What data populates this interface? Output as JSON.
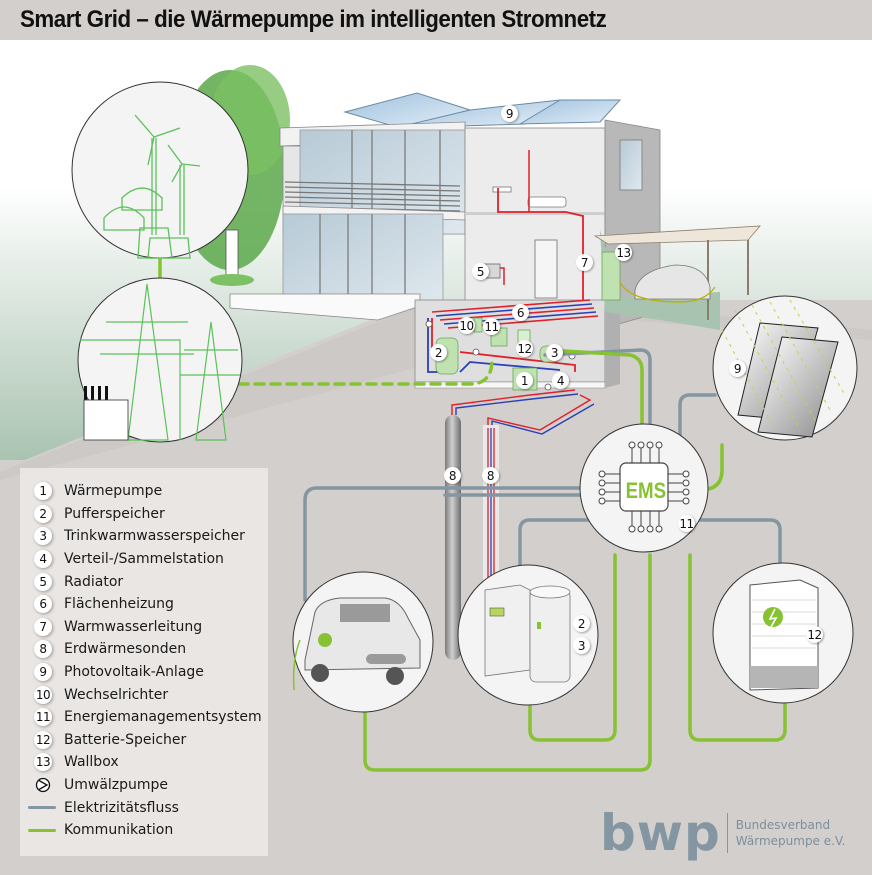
{
  "title": "Smart Grid – die Wärmepumpe im intelligenten Stromnetz",
  "colors": {
    "background": "#d3cfcc",
    "sky_green": "#a9c3b1",
    "communication_green": "#86c232",
    "electricity_grey": "#8496a1",
    "hot_pipe": "#e0202a",
    "cold_pipe": "#2a3fb8",
    "icon_green": "#5cc15a"
  },
  "legend": {
    "items": [
      {
        "num": "1",
        "label": "Wärmepumpe"
      },
      {
        "num": "2",
        "label": "Pufferspeicher"
      },
      {
        "num": "3",
        "label": "Trinkwarmwasserspeicher"
      },
      {
        "num": "4",
        "label": "Verteil-/Sammelstation"
      },
      {
        "num": "5",
        "label": "Radiator"
      },
      {
        "num": "6",
        "label": "Flächenheizung"
      },
      {
        "num": "7",
        "label": "Warmwasserleitung"
      },
      {
        "num": "8",
        "label": "Erdwärmesonden"
      },
      {
        "num": "9",
        "label": "Photovoltaik-Anlage"
      },
      {
        "num": "10",
        "label": "Wechselrichter"
      },
      {
        "num": "11",
        "label": "Energiemanagementsystem"
      },
      {
        "num": "12",
        "label": "Batterie-Speicher"
      },
      {
        "num": "13",
        "label": "Wallbox"
      }
    ],
    "symbols": [
      {
        "symbol": "circulation-pump",
        "label": "Umwälzpumpe"
      },
      {
        "symbol": "grey-line",
        "label": "Elektrizitätsfluss"
      },
      {
        "symbol": "green-line",
        "label": "Kommunikation"
      }
    ]
  },
  "diagram": {
    "ems_label": "EMS",
    "callouts": {
      "house_pv": "9",
      "radiator": "5",
      "floor_heating": "6",
      "hot_water_line": "7",
      "wallbox": "13",
      "inverter": "10",
      "ems_house": "11",
      "battery_house": "12",
      "buffer_tank": "2",
      "dhw_tank": "3",
      "heat_pump": "1",
      "distribution": "4",
      "probe_left": "8",
      "probe_right": "8",
      "pv_circle": "9",
      "ems_circle": "11",
      "storage_circle_a": "2",
      "storage_circle_b": "3",
      "battery_circle": "12"
    },
    "circles": [
      {
        "id": "renewables",
        "content": "wind turbines, biogas, solar"
      },
      {
        "id": "power-grid",
        "content": "transmission towers, power plant"
      },
      {
        "id": "photovoltaic",
        "content": "PV panels"
      },
      {
        "id": "ems",
        "content": "Energiemanagementsystem"
      },
      {
        "id": "electric-car",
        "content": "e-car"
      },
      {
        "id": "heat-pump-storage",
        "content": "heat pump and tanks"
      },
      {
        "id": "battery",
        "content": "battery storage"
      }
    ]
  },
  "logo": {
    "mark": "bwp",
    "line1": "Bundesverband",
    "line2": "Wärmepumpe e.V."
  }
}
